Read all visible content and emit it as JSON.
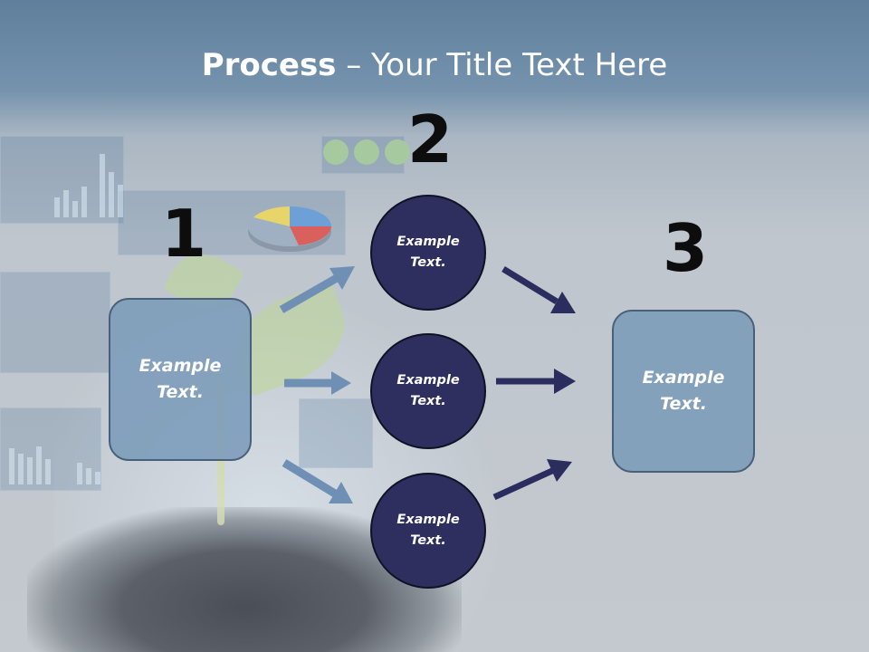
{
  "title": {
    "bold": "Process",
    "rest": " – Your Title Text Here"
  },
  "steps": [
    {
      "number": "1",
      "text_line1": "Example",
      "text_line2": "Text."
    },
    {
      "number": "2"
    },
    {
      "number": "3",
      "text_line1": "Example",
      "text_line2": "Text."
    }
  ],
  "circles": [
    {
      "text_line1": "Example",
      "text_line2": "Text."
    },
    {
      "text_line1": "Example",
      "text_line2": "Text."
    },
    {
      "text_line1": "Example",
      "text_line2": "Text."
    }
  ],
  "colors": {
    "box_fill": "#7d9cba",
    "circle_fill": "#2e2f5f",
    "light_arrow": "#6f8fb5",
    "dark_arrow": "#2a2d5e"
  }
}
